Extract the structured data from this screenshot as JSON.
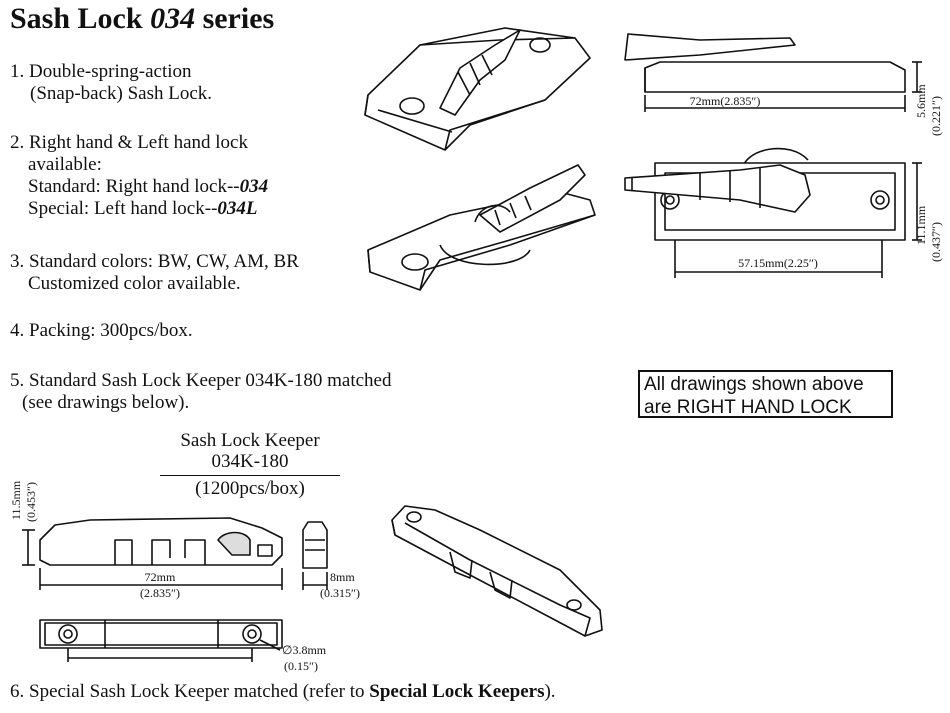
{
  "title": {
    "prefix": "Sash Lock ",
    "model": "034",
    "suffix": " series"
  },
  "items": [
    {
      "lines": [
        "1. Double-spring-action",
        "(Snap-back) Sash Lock."
      ]
    },
    {
      "lines": [
        "2. Right hand & Left hand lock",
        "available:"
      ],
      "standard_prefix": "Standard: Right hand lock--",
      "standard_code": "034",
      "special_prefix": "Special: Left hand lock--",
      "special_code": "034L"
    },
    {
      "lines": [
        "3. Standard colors: BW, CW, AM, BR",
        "Customized color available."
      ]
    },
    {
      "lines": [
        "4. Packing: 300pcs/box."
      ]
    },
    {
      "lines": [
        "5. Standard Sash Lock Keeper 034K-180 matched",
        "(see drawings  below)."
      ]
    },
    {
      "prefix": "6. Special Sash Lock Keeper  matched (refer to ",
      "bold": "Special Lock Keepers",
      "suffix": ")."
    }
  ],
  "note": [
    "All drawings shown above",
    "are RIGHT HAND LOCK"
  ],
  "keeper": {
    "title": "Sash Lock Keeper",
    "model": "034K-180",
    "packing": "(1200pcs/box)"
  },
  "dimensions": {
    "lock_length": "72mm(2.835″)",
    "lock_height": "5.6mm",
    "lock_height_in": "(0.221″)",
    "lock_width": "11.1mm",
    "lock_width_in": "(0.437″)",
    "hole_spacing": "57.15mm(2.25″)",
    "keeper_height": "11.5mm",
    "keeper_height_in": "(0.453″)",
    "keeper_length": "72mm",
    "keeper_length_in": "(2.835″)",
    "keeper_width": "8mm",
    "keeper_width_in": "(0.315″)",
    "hole_dia": "∅3.8mm",
    "hole_dia_in": "(0.15″)"
  }
}
